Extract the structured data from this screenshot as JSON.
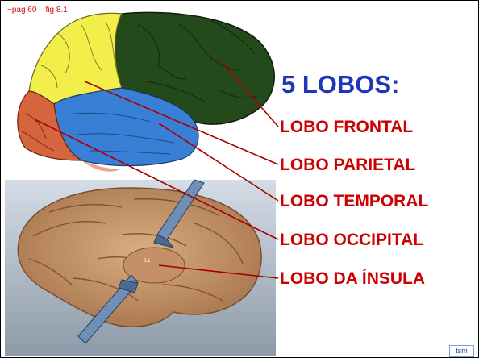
{
  "figure_ref": "~pag 60 – fig 8.1",
  "title": "5 LOBOS:",
  "labels": [
    "LOBO FRONTAL",
    "LOBO PARIETAL",
    "LOBO TEMPORAL",
    "LOBO OCCIPITAL",
    "LOBO DA ÍNSULA"
  ],
  "insula_mark": "3.1",
  "badge": "tsm",
  "colors": {
    "frontal": "#244a1c",
    "parietal": "#f2ee4a",
    "temporal": "#3a7fd6",
    "occipital": "#d5653e",
    "pointer": "#a80000",
    "title": "#1f36b8",
    "labels": "#cc0000"
  }
}
